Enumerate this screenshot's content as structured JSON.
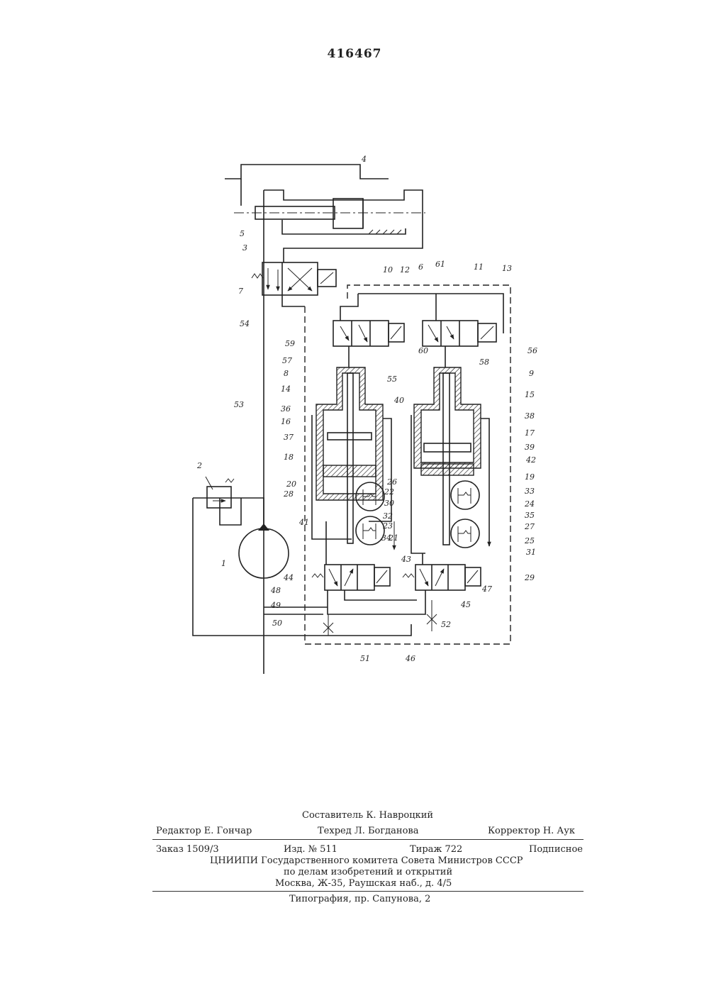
{
  "patent_number": "416467",
  "labels": {
    "l1": "1",
    "l2": "2",
    "l3": "3",
    "l4": "4",
    "l5": "5",
    "l6": "6",
    "l7": "7",
    "l8": "8",
    "l9": "9",
    "l10": "10",
    "l11": "11",
    "l12": "12",
    "l13": "13",
    "l14": "14",
    "l15": "15",
    "l16": "16",
    "l17": "17",
    "l18": "18",
    "l19": "19",
    "l20": "20",
    "l21": "21",
    "l22": "22",
    "l23": "23",
    "l24": "24",
    "l25": "25",
    "l26": "26",
    "l27": "27",
    "l28": "28",
    "l29": "29",
    "l30": "30",
    "l31": "31",
    "l32": "32",
    "l33": "33",
    "l34": "34",
    "l35": "35",
    "l36": "36",
    "l37": "37",
    "l38": "38",
    "l39": "39",
    "l40": "40",
    "l41": "41",
    "l42": "42",
    "l43": "43",
    "l44": "44",
    "l45": "45",
    "l46": "46",
    "l47": "47",
    "l48": "48",
    "l49": "49",
    "l50": "50",
    "l51": "51",
    "l52": "52",
    "l53": "53",
    "l54": "54",
    "l55": "55",
    "l56": "56",
    "l57": "57",
    "l58": "58",
    "l59": "59",
    "l60": "60",
    "l61": "61"
  },
  "credits": {
    "compiler": "Составитель К. Навроцкий",
    "editor": "Редактор Е. Гончар",
    "techred": "Техред Л. Богданова",
    "corrector": "Корректор Н. Аук",
    "order": "Заказ 1509/3",
    "edition": "Изд. № 511",
    "circulation": "Тираж 722",
    "subscription": "Подписное",
    "org_line1": "ЦНИИПИ Государственного комитета Совета Министров СССР",
    "org_line2": "по делам изобретений и открытий",
    "org_line3": "Москва, Ж-35, Раушская наб., д. 4/5",
    "printer": "Типография, пр. Сапунова, 2"
  }
}
